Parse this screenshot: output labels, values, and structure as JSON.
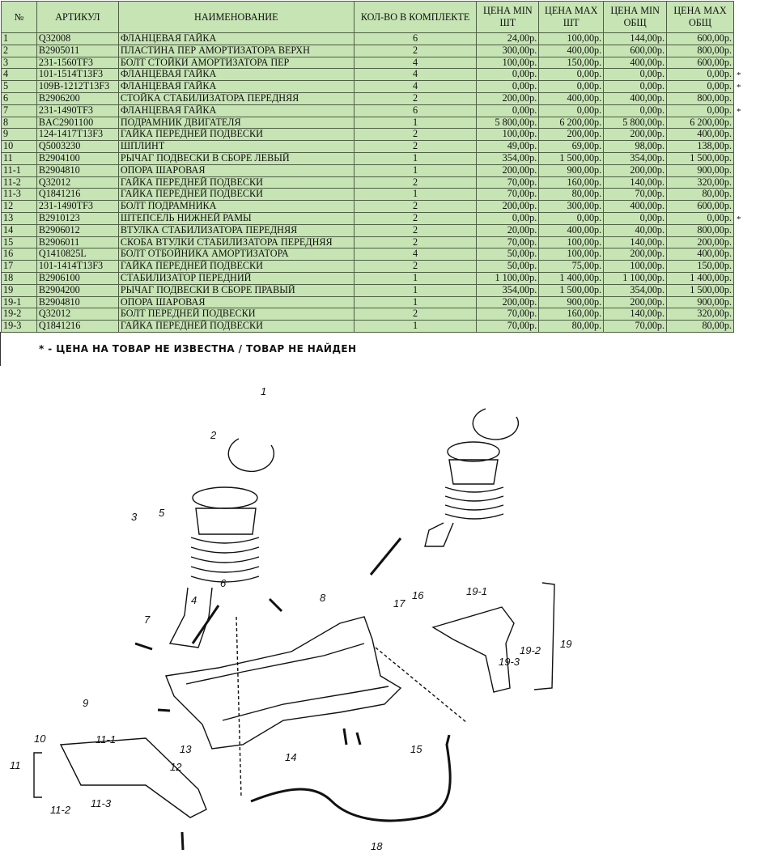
{
  "table": {
    "headers": {
      "no": "№",
      "article": "АРТИКУЛ",
      "name": "НАИМЕНОВАНИЕ",
      "qty": "КОЛ-ВО В КОМПЛЕКТЕ",
      "price_min_unit": "ЦЕНА MIN ШТ",
      "price_max_unit": "ЦЕНА MAX ШТ",
      "price_min_total": "ЦЕНА MIN ОБЩ",
      "price_max_total": "ЦЕНА MAX ОБЩ"
    },
    "rows": [
      {
        "no": "1",
        "article": "Q32008",
        "name": "ФЛАНЦЕВАЯ ГАЙКА",
        "qty": "6",
        "min_unit": "24,00р.",
        "max_unit": "100,00р.",
        "min_total": "144,00р.",
        "max_total": "600,00р.",
        "mark": ""
      },
      {
        "no": "2",
        "article": "B2905011",
        "name": "ПЛАСТИНА ПЕР АМОРТИЗАТОРА ВЕРХН",
        "qty": "2",
        "min_unit": "300,00р.",
        "max_unit": "400,00р.",
        "min_total": "600,00р.",
        "max_total": "800,00р.",
        "mark": ""
      },
      {
        "no": "3",
        "article": "231-1560TF3",
        "name": "БОЛТ СТОЙКИ АМОРТИЗАТОРА ПЕР",
        "qty": "4",
        "min_unit": "100,00р.",
        "max_unit": "150,00р.",
        "min_total": "400,00р.",
        "max_total": "600,00р.",
        "mark": ""
      },
      {
        "no": "4",
        "article": "101-1514T13F3",
        "name": "ФЛАНЦЕВАЯ ГАЙКА",
        "qty": "4",
        "min_unit": "0,00р.",
        "max_unit": "0,00р.",
        "min_total": "0,00р.",
        "max_total": "0,00р.",
        "mark": "*"
      },
      {
        "no": "5",
        "article": "109B-1212T13F3",
        "name": "ФЛАНЦЕВАЯ ГАЙКА",
        "qty": "4",
        "min_unit": "0,00р.",
        "max_unit": "0,00р.",
        "min_total": "0,00р.",
        "max_total": "0,00р.",
        "mark": "*"
      },
      {
        "no": "6",
        "article": "B2906200",
        "name": "СТОЙКА СТАБИЛИЗАТОРА ПЕРЕДНЯЯ",
        "qty": "2",
        "min_unit": "200,00р.",
        "max_unit": "400,00р.",
        "min_total": "400,00р.",
        "max_total": "800,00р.",
        "mark": ""
      },
      {
        "no": "7",
        "article": "231-1490TF3",
        "name": "ФЛАНЦЕВАЯ ГАЙКА",
        "qty": "6",
        "min_unit": "0,00р.",
        "max_unit": "0,00р.",
        "min_total": "0,00р.",
        "max_total": "0,00р.",
        "mark": "*"
      },
      {
        "no": "8",
        "article": "BAC2901100",
        "name": "ПОДРАМНИК ДВИГАТЕЛЯ",
        "qty": "1",
        "min_unit": "5 800,00р.",
        "max_unit": "6 200,00р.",
        "min_total": "5 800,00р.",
        "max_total": "6 200,00р.",
        "mark": ""
      },
      {
        "no": "9",
        "article": "124-1417T13F3",
        "name": "ГАЙКА ПЕРЕДНЕЙ ПОДВЕСКИ",
        "qty": "2",
        "min_unit": "100,00р.",
        "max_unit": "200,00р.",
        "min_total": "200,00р.",
        "max_total": "400,00р.",
        "mark": ""
      },
      {
        "no": "10",
        "article": "Q5003230",
        "name": "ШПЛИНТ",
        "qty": "2",
        "min_unit": "49,00р.",
        "max_unit": "69,00р.",
        "min_total": "98,00р.",
        "max_total": "138,00р.",
        "mark": ""
      },
      {
        "no": "11",
        "article": "B2904100",
        "name": "РЫЧАГ ПОДВЕСКИ В СБОРЕ ЛЕВЫЙ",
        "qty": "1",
        "min_unit": "354,00р.",
        "max_unit": "1 500,00р.",
        "min_total": "354,00р.",
        "max_total": "1 500,00р.",
        "mark": ""
      },
      {
        "no": "11-1",
        "article": "B2904810",
        "name": "ОПОРА ШАРОВАЯ",
        "qty": "1",
        "min_unit": "200,00р.",
        "max_unit": "900,00р.",
        "min_total": "200,00р.",
        "max_total": "900,00р.",
        "mark": ""
      },
      {
        "no": "11-2",
        "article": "Q32012",
        "name": "ГАЙКА ПЕРЕДНЕЙ ПОДВЕСКИ",
        "qty": "2",
        "min_unit": "70,00р.",
        "max_unit": "160,00р.",
        "min_total": "140,00р.",
        "max_total": "320,00р.",
        "mark": ""
      },
      {
        "no": "11-3",
        "article": "Q1841216",
        "name": "ГАЙКА ПЕРЕДНЕЙ ПОДВЕСКИ",
        "qty": "1",
        "min_unit": "70,00р.",
        "max_unit": "80,00р.",
        "min_total": "70,00р.",
        "max_total": "80,00р.",
        "mark": ""
      },
      {
        "no": "12",
        "article": "231-1490TF3",
        "name": "БОЛТ ПОДРАМНИКА",
        "qty": "2",
        "min_unit": "200,00р.",
        "max_unit": "300,00р.",
        "min_total": "400,00р.",
        "max_total": "600,00р.",
        "mark": ""
      },
      {
        "no": "13",
        "article": "B2910123",
        "name": "ШТЕПСЕЛЬ НИЖНЕЙ РАМЫ",
        "qty": "2",
        "min_unit": "0,00р.",
        "max_unit": "0,00р.",
        "min_total": "0,00р.",
        "max_total": "0,00р.",
        "mark": "*"
      },
      {
        "no": "14",
        "article": "B2906012",
        "name": "ВТУЛКА СТАБИЛИЗАТОРА ПЕРЕДНЯЯ",
        "qty": "2",
        "min_unit": "20,00р.",
        "max_unit": "400,00р.",
        "min_total": "40,00р.",
        "max_total": "800,00р.",
        "mark": ""
      },
      {
        "no": "15",
        "article": "B2906011",
        "name": "СКОБА ВТУЛКИ СТАБИЛИЗАТОРА ПЕРЕДНЯЯ",
        "qty": "2",
        "min_unit": "70,00р.",
        "max_unit": "100,00р.",
        "min_total": "140,00р.",
        "max_total": "200,00р.",
        "mark": ""
      },
      {
        "no": "16",
        "article": "Q1410825L",
        "name": "БОЛТ ОТБОЙНИКА АМОРТИЗАТОРА",
        "qty": "4",
        "min_unit": "50,00р.",
        "max_unit": "100,00р.",
        "min_total": "200,00р.",
        "max_total": "400,00р.",
        "mark": ""
      },
      {
        "no": "17",
        "article": "101-1414T13F3",
        "name": "ГАЙКА ПЕРЕДНЕЙ ПОДВЕСКИ",
        "qty": "2",
        "min_unit": "50,00р.",
        "max_unit": "75,00р.",
        "min_total": "100,00р.",
        "max_total": "150,00р.",
        "mark": ""
      },
      {
        "no": "18",
        "article": "B2906100",
        "name": "СТАБИЛИЗАТОР ПЕРЕДНИЙ",
        "qty": "1",
        "min_unit": "1 100,00р.",
        "max_unit": "1 400,00р.",
        "min_total": "1 100,00р.",
        "max_total": "1 400,00р.",
        "mark": ""
      },
      {
        "no": "19",
        "article": "B2904200",
        "name": "РЫЧАГ ПОДВЕСКИ В СБОРЕ ПРАВЫЙ",
        "qty": "1",
        "min_unit": "354,00р.",
        "max_unit": "1 500,00р.",
        "min_total": "354,00р.",
        "max_total": "1 500,00р.",
        "mark": ""
      },
      {
        "no": "19-1",
        "article": "B2904810",
        "name": "ОПОРА ШАРОВАЯ",
        "qty": "1",
        "min_unit": "200,00р.",
        "max_unit": "900,00р.",
        "min_total": "200,00р.",
        "max_total": "900,00р.",
        "mark": ""
      },
      {
        "no": "19-2",
        "article": "Q32012",
        "name": "БОЛТ ПЕРЕДНЕЙ ПОДВЕСКИ",
        "qty": "2",
        "min_unit": "70,00р.",
        "max_unit": "160,00р.",
        "min_total": "140,00р.",
        "max_total": "320,00р.",
        "mark": ""
      },
      {
        "no": "19-3",
        "article": "Q1841216",
        "name": "ГАЙКА ПЕРЕДНЕЙ ПОДВЕСКИ",
        "qty": "1",
        "min_unit": "70,00р.",
        "max_unit": "80,00р.",
        "min_total": "70,00р.",
        "max_total": "80,00р.",
        "mark": ""
      }
    ]
  },
  "footnote": "* - ЦЕНА НА ТОВАР НЕ ИЗВЕСТНА / ТОВАР НЕ НАЙДЕН",
  "diagram": {
    "callouts": [
      "1",
      "2",
      "3",
      "4",
      "5",
      "6",
      "7",
      "8",
      "9",
      "10",
      "11",
      "11-1",
      "11-2",
      "11-3",
      "12",
      "13",
      "14",
      "15",
      "16",
      "17",
      "18",
      "19",
      "19-1",
      "19-2",
      "19-3"
    ]
  },
  "colors": {
    "table_fill": "#c6e4b4",
    "grid": "#4f5f45"
  }
}
